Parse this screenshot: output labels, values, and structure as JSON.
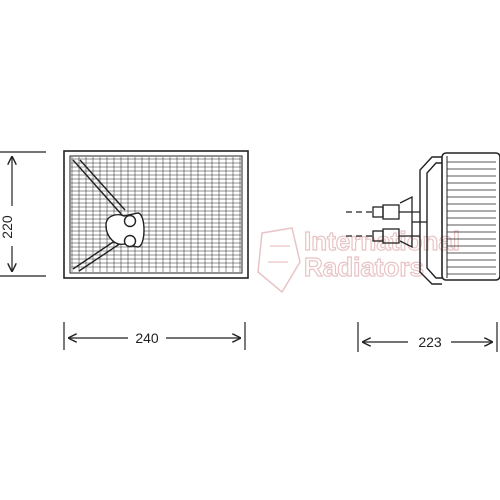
{
  "dimensions": {
    "height": "220",
    "width": "240",
    "depth": "223"
  },
  "watermark": {
    "line1": "International",
    "line2": "Radiators"
  },
  "colors": {
    "stroke": "#222222",
    "watermark": "#e8c4c6",
    "background": "#ffffff"
  }
}
